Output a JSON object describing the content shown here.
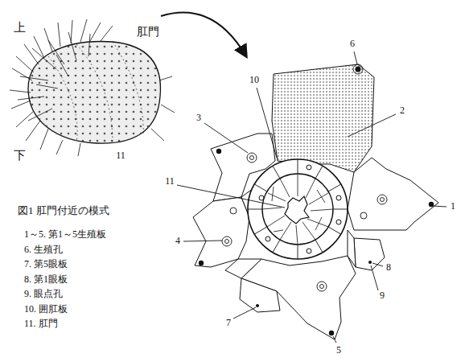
{
  "diagram": {
    "caption": "図1 肛門付近の模式",
    "labels": [
      "上",
      "肛門",
      "下",
      "11",
      "10",
      "6",
      "3",
      "2",
      "11",
      "1",
      "4",
      "8",
      "9",
      "7",
      "5",
      "1～5. 第1～5生殖板",
      "6. 生殖孔",
      "7. 第5眼板",
      "8. 第1眼板",
      "9. 眼点孔",
      "10. 囲肛板",
      "11. 肛門"
    ]
  }
}
